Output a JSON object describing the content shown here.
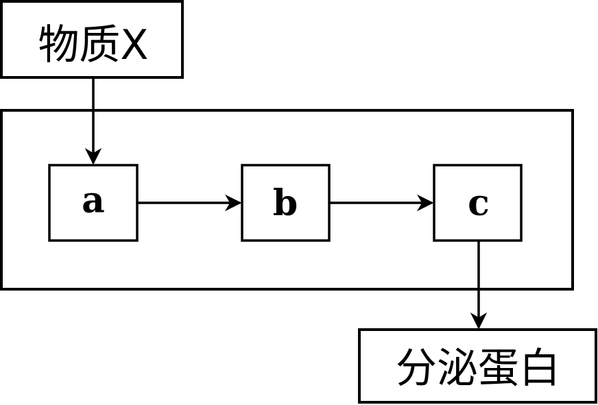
{
  "diagram": {
    "input_label": "物质X",
    "output_label": "分泌蛋白",
    "nodes": [
      {
        "id": "a",
        "label": "a"
      },
      {
        "id": "b",
        "label": "b"
      },
      {
        "id": "c",
        "label": "c"
      }
    ],
    "colors": {
      "stroke": "#000000",
      "background": "#ffffff"
    }
  }
}
